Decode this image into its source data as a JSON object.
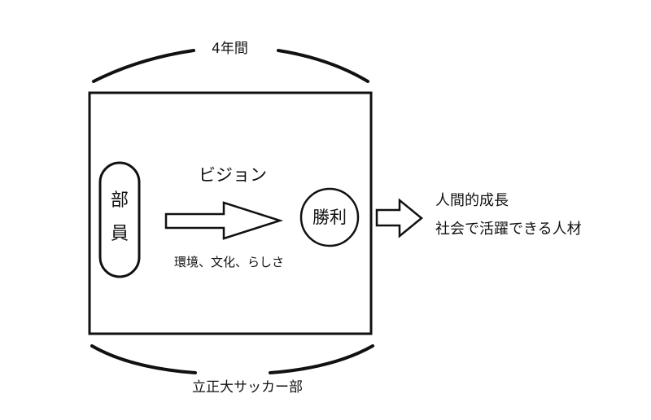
{
  "diagram": {
    "top_label": "4年間",
    "vision_label": "ビジョン",
    "sub_label": "環境、文化、らしさ",
    "member_chars": [
      "部",
      "員"
    ],
    "victory_label": "勝利",
    "bottom_label": "立正大サッカー部",
    "output_lines": [
      "人間的成長",
      "社会で活躍できる人材"
    ]
  },
  "colors": {
    "stroke": "#111111",
    "background": "#ffffff"
  }
}
